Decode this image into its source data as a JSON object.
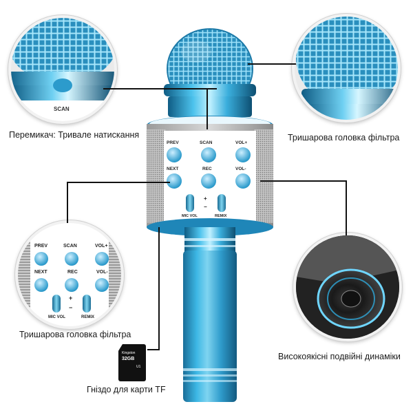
{
  "captions": {
    "switch": "Перемикач: Тривале натискання",
    "filter_head_top": "Тришарова головка фільтра",
    "filter_head_bottom": "Тришарова головка фільтра",
    "speakers": "Високоякісні подвійні динаміки",
    "tf_slot": "Гніздо для карти TF"
  },
  "zoom_scan_label": "SCAN",
  "control_panel": {
    "prev": "PREV",
    "scan": "SCAN",
    "vol_plus": "VOL+",
    "next": "NEXT",
    "rec": "REC",
    "vol_minus": "VOL-",
    "plus": "+",
    "minus": "−",
    "mic_vol": "MIC VOL",
    "remix": "REMIX"
  },
  "sd_card": {
    "brand": "Kingston",
    "capacity": "32GB",
    "class": "U1"
  },
  "colors": {
    "accent_blue": "#2fa8d8",
    "chrome_blue": "#1f86b8",
    "line": "#111111"
  }
}
